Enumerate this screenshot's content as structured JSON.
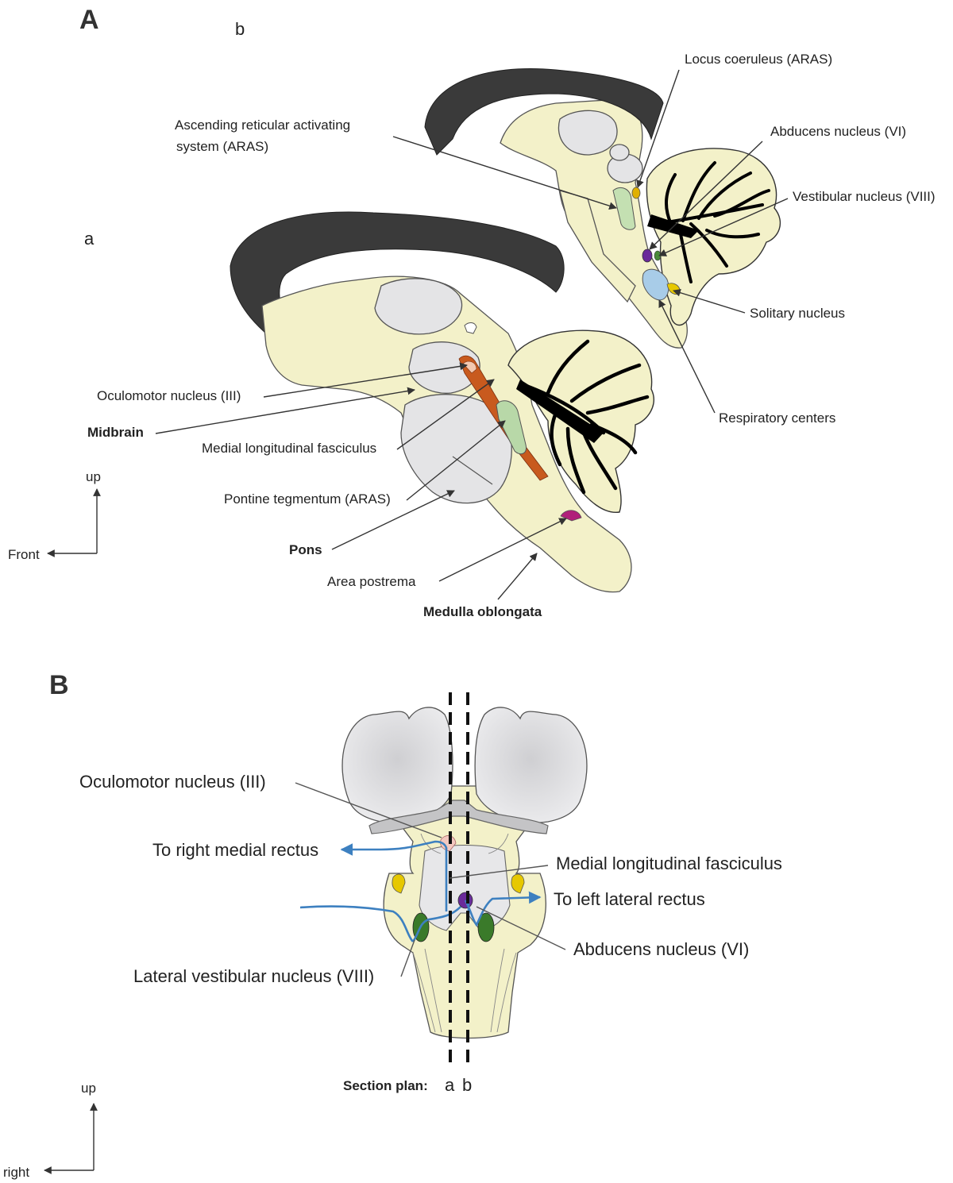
{
  "panel_A": {
    "letter": "A",
    "sub_a": "a",
    "sub_b": "b",
    "labels_b": {
      "locus_coeruleus": "Locus coeruleus (ARAS)",
      "aras_line1": "Ascending reticular activating",
      "aras_line2": "system (ARAS)",
      "abducens": "Abducens nucleus (VI)",
      "vestibular": "Vestibular nucleus (VIII)",
      "solitary": "Solitary nucleus",
      "respiratory": "Respiratory centers"
    },
    "labels_a": {
      "oculomotor": "Oculomotor nucleus (III)",
      "midbrain": "Midbrain",
      "mlf": "Medial longitudinal fasciculus",
      "pontine": "Pontine tegmentum (ARAS)",
      "pons": "Pons",
      "area_postrema": "Area postrema",
      "medulla": "Medulla oblongata"
    },
    "axes": {
      "up": "up",
      "front": "Front"
    }
  },
  "panel_B": {
    "letter": "B",
    "labels": {
      "oculomotor": "Oculomotor nucleus (III)",
      "to_right": "To right medial rectus",
      "mlf": "Medial longitudinal fasciculus",
      "to_left": "To left lateral rectus",
      "abducens": "Abducens nucleus (VI)",
      "lateral_vestibular": "Lateral vestibular nucleus (VIII)"
    },
    "section_plan": {
      "label": "Section plan:",
      "a": "a",
      "b": "b"
    },
    "axes": {
      "up": "up",
      "right": "right"
    }
  },
  "colors": {
    "tissue": "#f3f1c9",
    "nucleus_grey": "#e4e4e6",
    "cortex": "#3a3a3a",
    "oculomotor": "#c85a1e",
    "mlf": "#b8d8a8",
    "abducens": "#6a2a9a",
    "vestibular": "#e0b000",
    "solitary": "#a8cce8",
    "area_postrema": "#b0207a",
    "pathway_blue": "#3d80c0",
    "vestibular_green": "#3a7a2a"
  }
}
